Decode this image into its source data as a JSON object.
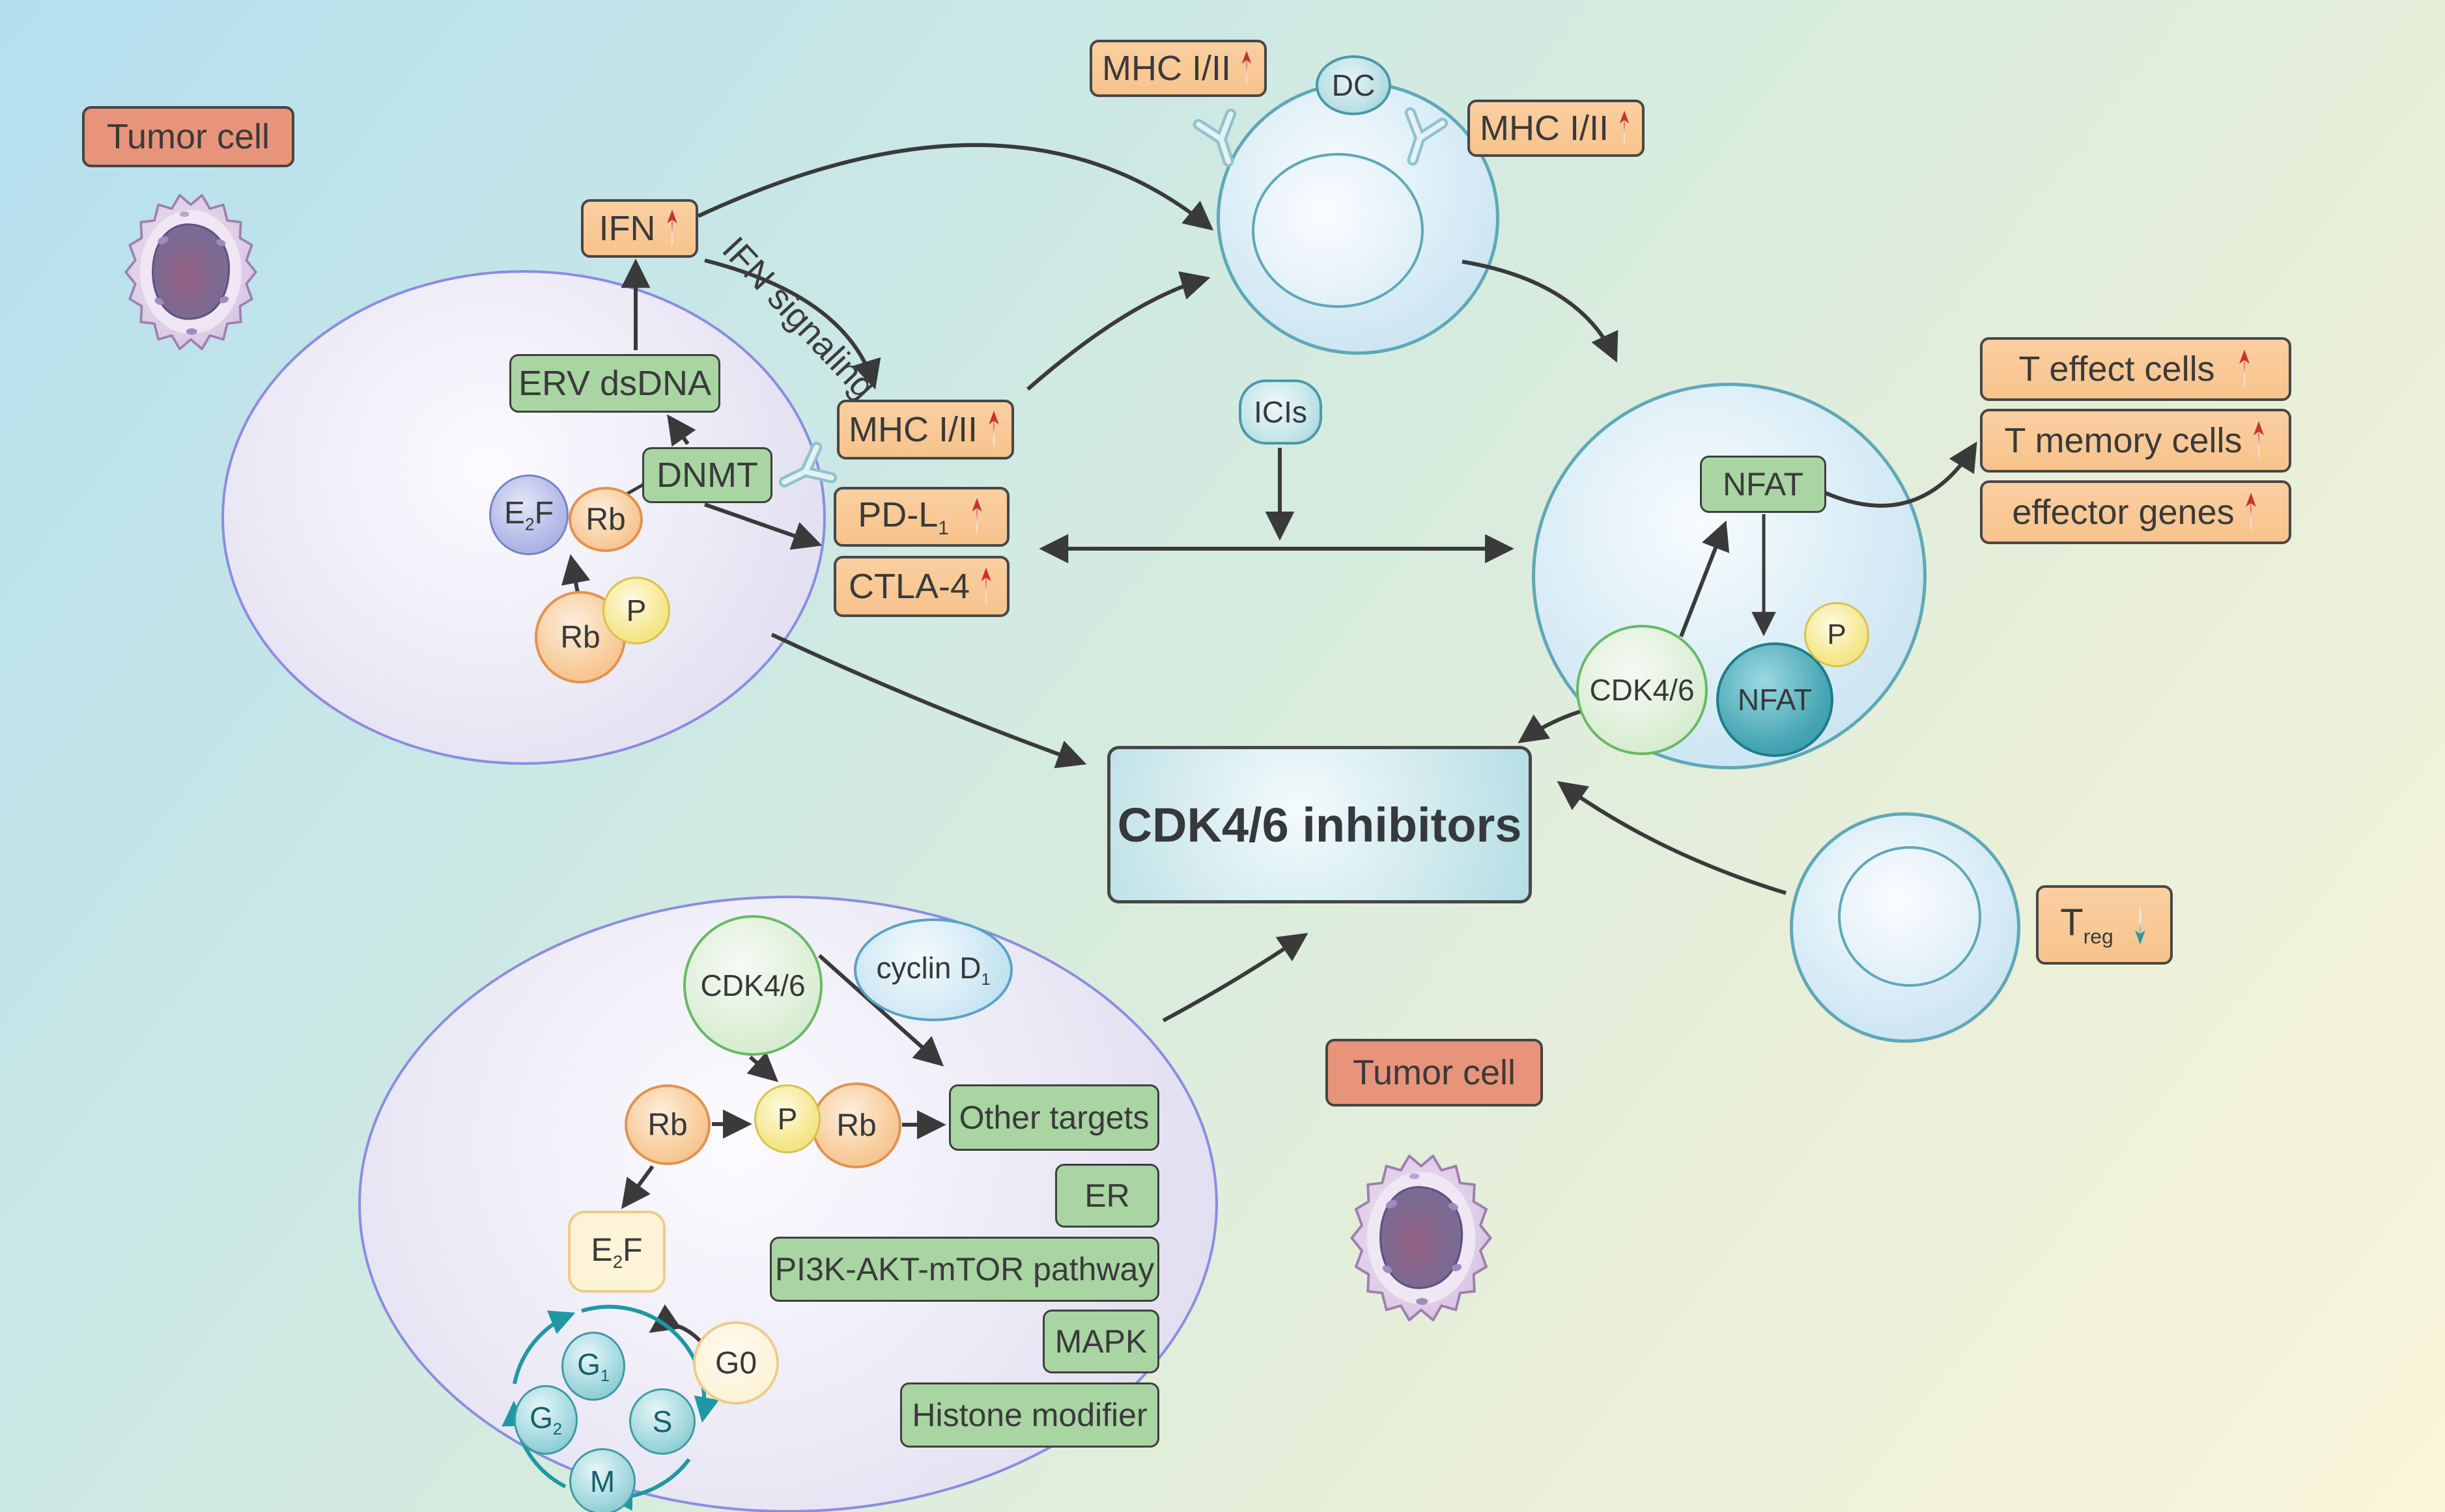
{
  "tumor_label_top": "Tumor cell",
  "tumor_label_bottom": "Tumor cell",
  "left_cell": {
    "ifn": "IFN",
    "erv_dsdna": "ERV dsDNA",
    "dnmt": "DNMT",
    "e2f_main": "E",
    "e2f_sub": "2",
    "e2f_tail": "F",
    "rb_bound": "Rb",
    "rb_phos": "Rb",
    "p": "P"
  },
  "surface": {
    "mhc": "MHC I/II",
    "pdl1_main": "PD-L",
    "pdl1_sub": "1",
    "ctla4": "CTLA-4"
  },
  "ifn_signaling": "IFN signaling",
  "dc": {
    "label": "DC",
    "mhc_left": "MHC I/II",
    "mhc_right": "MHC I/II"
  },
  "icis": "ICIs",
  "t_cell": {
    "nfat_nuclear": "NFAT",
    "cdk46": "CDK4/6",
    "nfat_cyto": "NFAT",
    "p": "P"
  },
  "outcomes": {
    "t_effect": "T effect cells",
    "t_memory": "T memory cells",
    "effector_genes": "effector genes"
  },
  "inhibitor": "CDK4/6 inhibitors",
  "bottom_cell": {
    "cdk46": "CDK4/6",
    "cyclin_main": "cyclin D",
    "cyclin_sub": "1",
    "rb_left": "Rb",
    "p": "P",
    "rb_right": "Rb",
    "e2f_main": "E",
    "e2f_sub": "2",
    "e2f_tail": "F",
    "g0": "G0",
    "g1_main": "G",
    "g1_sub": "1",
    "s": "S",
    "m": "M",
    "g2_main": "G",
    "g2_sub": "2",
    "targets": [
      "Other targets",
      "ER",
      "PI3K-AKT-mTOR pathway",
      "MAPK",
      "Histone modifier"
    ]
  },
  "treg": {
    "main": "T",
    "sub": "reg"
  },
  "colors": {
    "upregulated_arrow": "#c9322d",
    "downregulated_arrow": "#2a96a5",
    "orange_box": "#f8c690",
    "green_box": "#a9d5a3",
    "salmon_box": "#e8947a",
    "inhibitor_box": "#bfe3e8",
    "cell_membrane_purple": "#8b8ce0",
    "cell_membrane_teal": "#5ea8b8"
  }
}
